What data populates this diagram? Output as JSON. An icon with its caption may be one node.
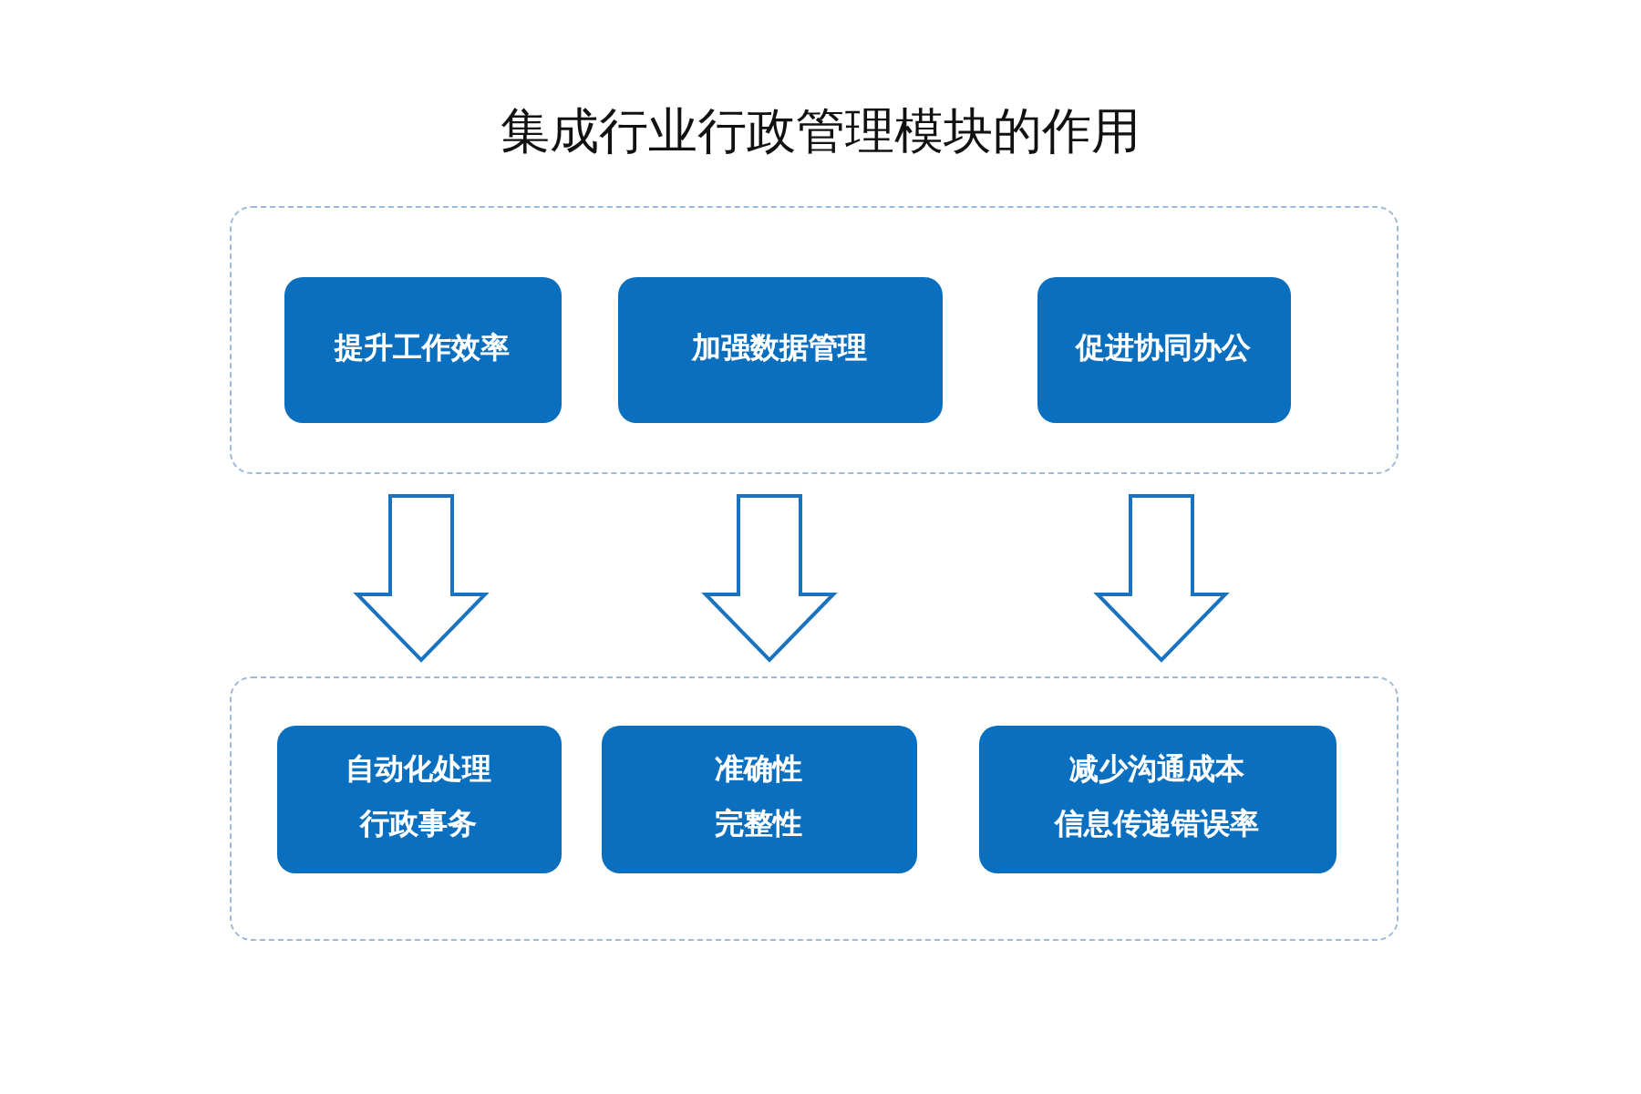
{
  "diagram": {
    "title": "集成行业行政管理模块的作用",
    "nodes": [
      {
        "text": [],
        "shape": "box"
      },
      {
        "text": [
          "提升工作效率"
        ],
        "in": 0
      },
      {
        "text": [
          "加强数据管理"
        ],
        "in": 0
      },
      {
        "text": [
          "促进协同办公"
        ],
        "in": 0
      },
      {
        "text": [],
        "shape": "box"
      },
      {
        "text": [
          "自动化处理",
          "行政事务"
        ],
        "in": 4
      },
      {
        "text": [
          "准确性",
          "完整性"
        ],
        "in": 4
      },
      {
        "text": [
          "减少沟通成本",
          "信息传递错误率"
        ],
        "in": 4
      }
    ],
    "edges": [
      {
        "from": 1,
        "to": 5,
        "arrow": "to"
      },
      {
        "from": 2,
        "to": 6,
        "arrow": "to"
      },
      {
        "from": 3,
        "to": 7,
        "arrow": "to"
      }
    ]
  }
}
